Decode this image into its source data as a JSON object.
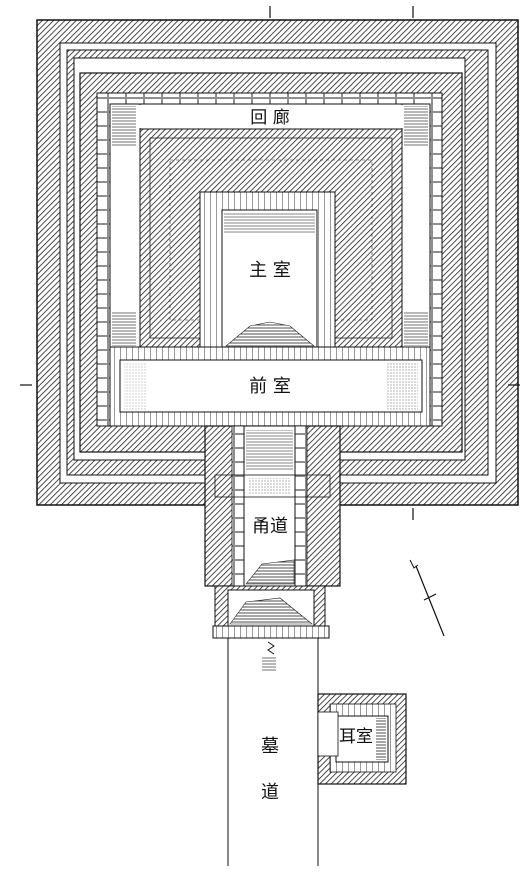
{
  "labels": {
    "corridor": "回 廊",
    "main_chamber": "主 室",
    "front_chamber": "前 室",
    "passage": "甬道",
    "side_chamber": "耳室",
    "ramp_char_1": "墓",
    "ramp_char_2": "道"
  },
  "colors": {
    "ink": "#111111",
    "paper": "#ffffff"
  }
}
